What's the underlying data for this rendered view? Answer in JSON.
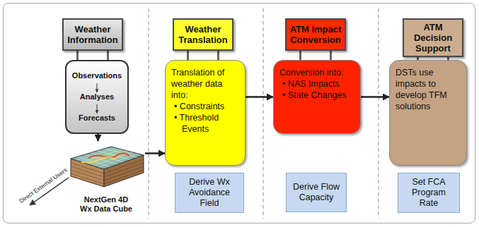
{
  "diagram": {
    "nodes": [
      {
        "text": [
          "Weather Information"
        ]
      },
      {
        "text": [
          "Observations",
          "Analyses",
          "Forecasts"
        ]
      },
      {
        "text": [
          "NextGen 4D Wx Data Cube"
        ]
      },
      {
        "text": [
          "Weather Translation"
        ]
      },
      {
        "text": [
          "Translation of weather data into:",
          "• Constraints",
          "• Threshold Events"
        ]
      },
      {
        "text": [
          "Derive Wx Avoidance Field"
        ]
      },
      {
        "text": [
          "ATM Impact Conversion"
        ]
      },
      {
        "text": [
          "Conversion into:",
          "• NAS Impacts",
          "• State Changes"
        ]
      },
      {
        "text": [
          "Derive Flow Capacity"
        ]
      },
      {
        "text": [
          "ATM Decision Support"
        ]
      },
      {
        "text": [
          "DSTs use impacts to develop TFM solutions"
        ]
      },
      {
        "text": [
          "Set FCA Program Rate"
        ]
      }
    ],
    "edges": [
      {
        "from": 0,
        "to": 1,
        "arrow": "none"
      },
      {
        "from": 1,
        "to": 2,
        "arrow": "to"
      },
      {
        "from": 2,
        "to": 4,
        "arrow": "to"
      },
      {
        "from": 3,
        "to": 4,
        "arrow": "none"
      },
      {
        "from": 4,
        "to": 7,
        "arrow": "to"
      },
      {
        "from": 6,
        "to": 7,
        "arrow": "none"
      },
      {
        "from": 7,
        "to": 10,
        "arrow": "to"
      },
      {
        "from": 9,
        "to": 10,
        "arrow": "none"
      }
    ],
    "labels": [
      "Direct External Users"
    ]
  }
}
